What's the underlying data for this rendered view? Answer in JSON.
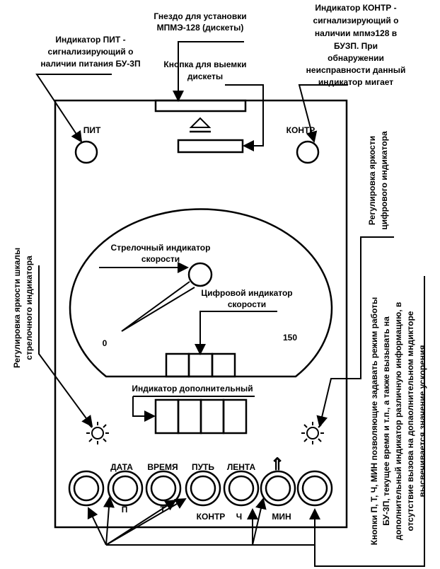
{
  "annotations": {
    "pit": [
      "Индикатор ПИТ  -",
      "сигнализирующий о",
      "наличии питания БУ-3П"
    ],
    "slot": [
      "Гнездо для установки",
      "МПМЭ-128 (дискеты)"
    ],
    "kontr": [
      "Индикатор КОНТР  -",
      "сигнализирующий о",
      "наличии мпмэ128 в",
      "БУЗП. При",
      "обнаружении",
      "неисправности данный",
      "индикатор мигает"
    ],
    "eject": [
      "Кнопка для выемки",
      "дискеты"
    ],
    "digital_brightness": [
      "Регулировка яркости",
      "цифрового  индикатора"
    ],
    "dial_brightness": [
      "Регулировка яркости шкалы",
      "стрелочного индикатора"
    ],
    "needle": [
      "Стрелочный индикатор",
      "скорости"
    ],
    "digital": [
      "Цифровой индикатор",
      "скорости"
    ],
    "additional": "Индикатор дополнительный",
    "buttons_note": [
      "Кнопки П, Т, Ч, МИН позволяющие задавать режим работы",
      "БУ-3П, текущее время и т.п., а также вызывать на",
      "дополнительный индикатор различную информацию, в",
      "отсутствие вызова на допаолнительном мндикторе",
      "высвечивается значение ускорения"
    ]
  },
  "panel": {
    "pit_label": "ПИТ",
    "kontr_label": "КОНТР",
    "scale_min": "0",
    "scale_max": "150",
    "button_top_labels": [
      "ДАТА",
      "ВРЕМЯ",
      "ПУТЬ",
      "ЛЕНТА",
      "⇑"
    ],
    "button_bottom_labels": [
      "П",
      "Т",
      "КОНТР",
      "Ч",
      "МИН"
    ]
  }
}
